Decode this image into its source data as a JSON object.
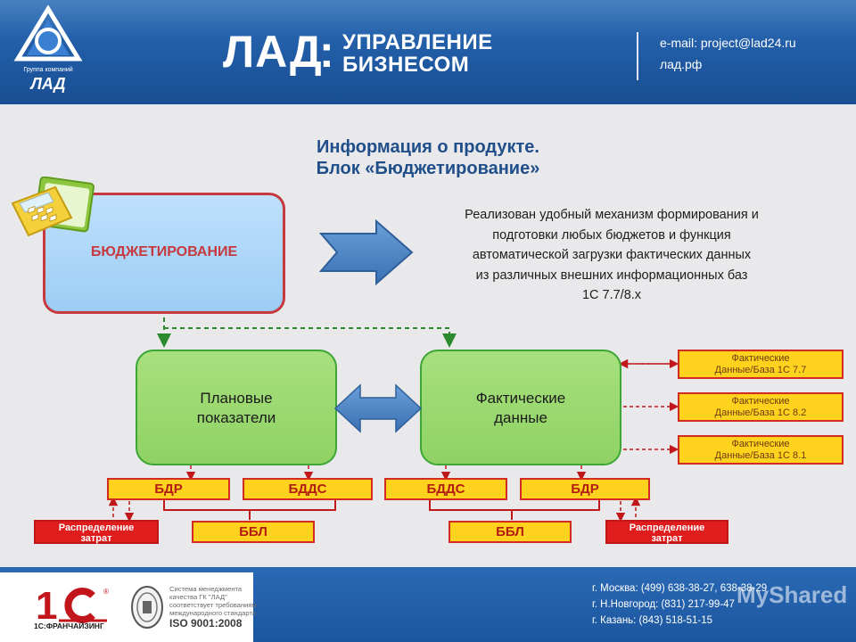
{
  "header": {
    "logo_caption": "Группа компаний",
    "logo_letters": "ЛАД",
    "brand": "ЛАД",
    "brand_colon": ":",
    "brand_line1": "УПРАВЛЕНИЕ",
    "brand_line2": "БИЗНЕСОМ",
    "email": "e-mail: project@lad24.ru",
    "site": "лад.рф"
  },
  "title": {
    "line1": "Информация о продукте.",
    "line2": "Блок «Бюджетирование»"
  },
  "budget_box": {
    "label": "БЮДЖЕТИРОВАНИЕ"
  },
  "description": {
    "lines": [
      "Реализован удобный механизм формирования и",
      "подготовки любых бюджетов и функция",
      "автоматической загрузки фактических данных",
      "из различных внешних информационных баз",
      "1С 7.7/8.х"
    ]
  },
  "plan_box": {
    "line1": "Плановые",
    "line2": "показатели"
  },
  "fact_box": {
    "line1": "Фактические",
    "line2": "данные"
  },
  "left_tags": {
    "bdr": "БДР",
    "bdds": "БДДС",
    "bbl": "ББЛ",
    "distribution": [
      "Распределение",
      "затрат"
    ]
  },
  "right_tags": {
    "bdds": "БДДС",
    "bdr": "БДР",
    "bbl": "ББЛ",
    "distribution": [
      "Распределение",
      "затрат"
    ]
  },
  "sources": [
    {
      "line1": "Фактические",
      "line2": "Данные/База 1С 7.7"
    },
    {
      "line1": "Фактические",
      "line2": "Данные/База 1С 8.2"
    },
    {
      "line1": "Фактические",
      "line2": "Данные/База 1С 8.1"
    }
  ],
  "footer": {
    "onec_label": "1С:ФРАНЧАЙЗИНГ",
    "iso_text": [
      "Система менеджмента",
      "качества ГК \"ЛАД\"",
      "соответствует требованиям",
      "международного стандарта"
    ],
    "iso_name": "ISO 9001:2008",
    "phones": [
      "г. Москва: (499) 638-38-27, 638-38-29",
      "г. Н.Новгород: (831) 217-99-47",
      "г. Казань: (843) 518-51-15"
    ],
    "watermark": "MyShared"
  },
  "colors": {
    "header_blue": "#1f5aa3",
    "title_blue": "#1f4e8a",
    "accent_red": "#c63a3f",
    "green_box": "#8fd263",
    "tag_yellow": "#ffd21e",
    "arrow_blue": "#4a84c4"
  }
}
